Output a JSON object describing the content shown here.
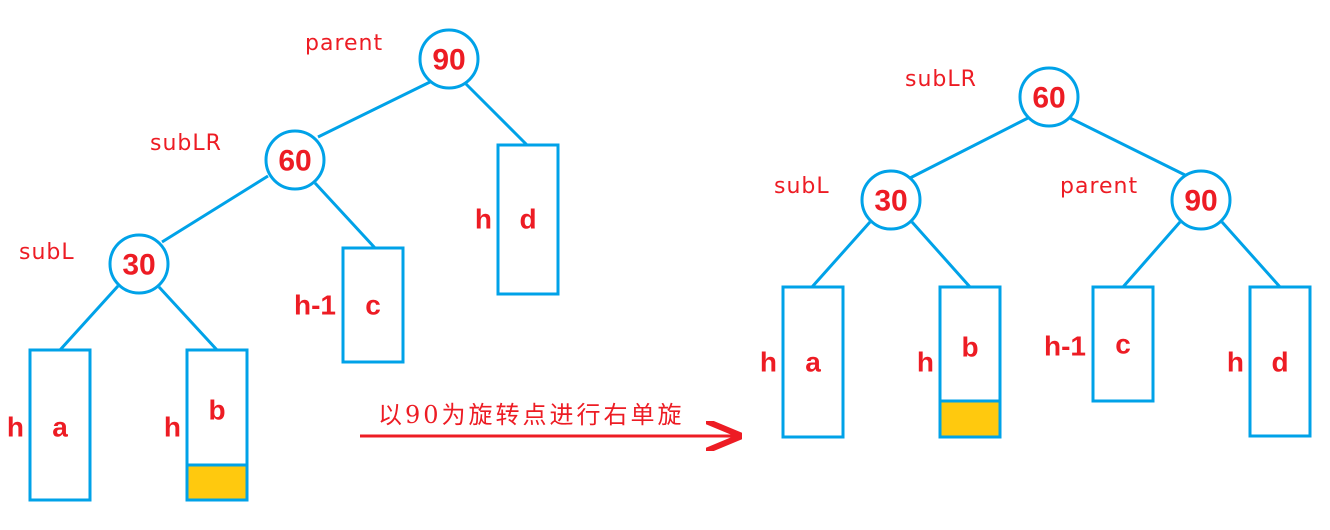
{
  "colors": {
    "line": "#00a2e8",
    "text": "#ed1c24",
    "highlight": "#ffc90e"
  },
  "before": {
    "nodes": [
      {
        "id": "parent",
        "value": "90",
        "label": "parent"
      },
      {
        "id": "subLR",
        "value": "60",
        "label": "subLR"
      },
      {
        "id": "subL",
        "value": "30",
        "label": "subL"
      }
    ],
    "subtrees": [
      {
        "name": "a",
        "height": "h"
      },
      {
        "name": "b",
        "height": "h"
      },
      {
        "name": "c",
        "height": "h-1"
      },
      {
        "name": "d",
        "height": "h"
      }
    ]
  },
  "transition": {
    "caption": "以90为旋转点进行右单旋"
  },
  "after": {
    "nodes": [
      {
        "id": "subLR",
        "value": "60",
        "label": "subLR"
      },
      {
        "id": "subL",
        "value": "30",
        "label": "subL"
      },
      {
        "id": "parent",
        "value": "90",
        "label": "parent"
      }
    ],
    "subtrees": [
      {
        "name": "a",
        "height": "h"
      },
      {
        "name": "b",
        "height": "h"
      },
      {
        "name": "c",
        "height": "h-1"
      },
      {
        "name": "d",
        "height": "h"
      }
    ]
  }
}
